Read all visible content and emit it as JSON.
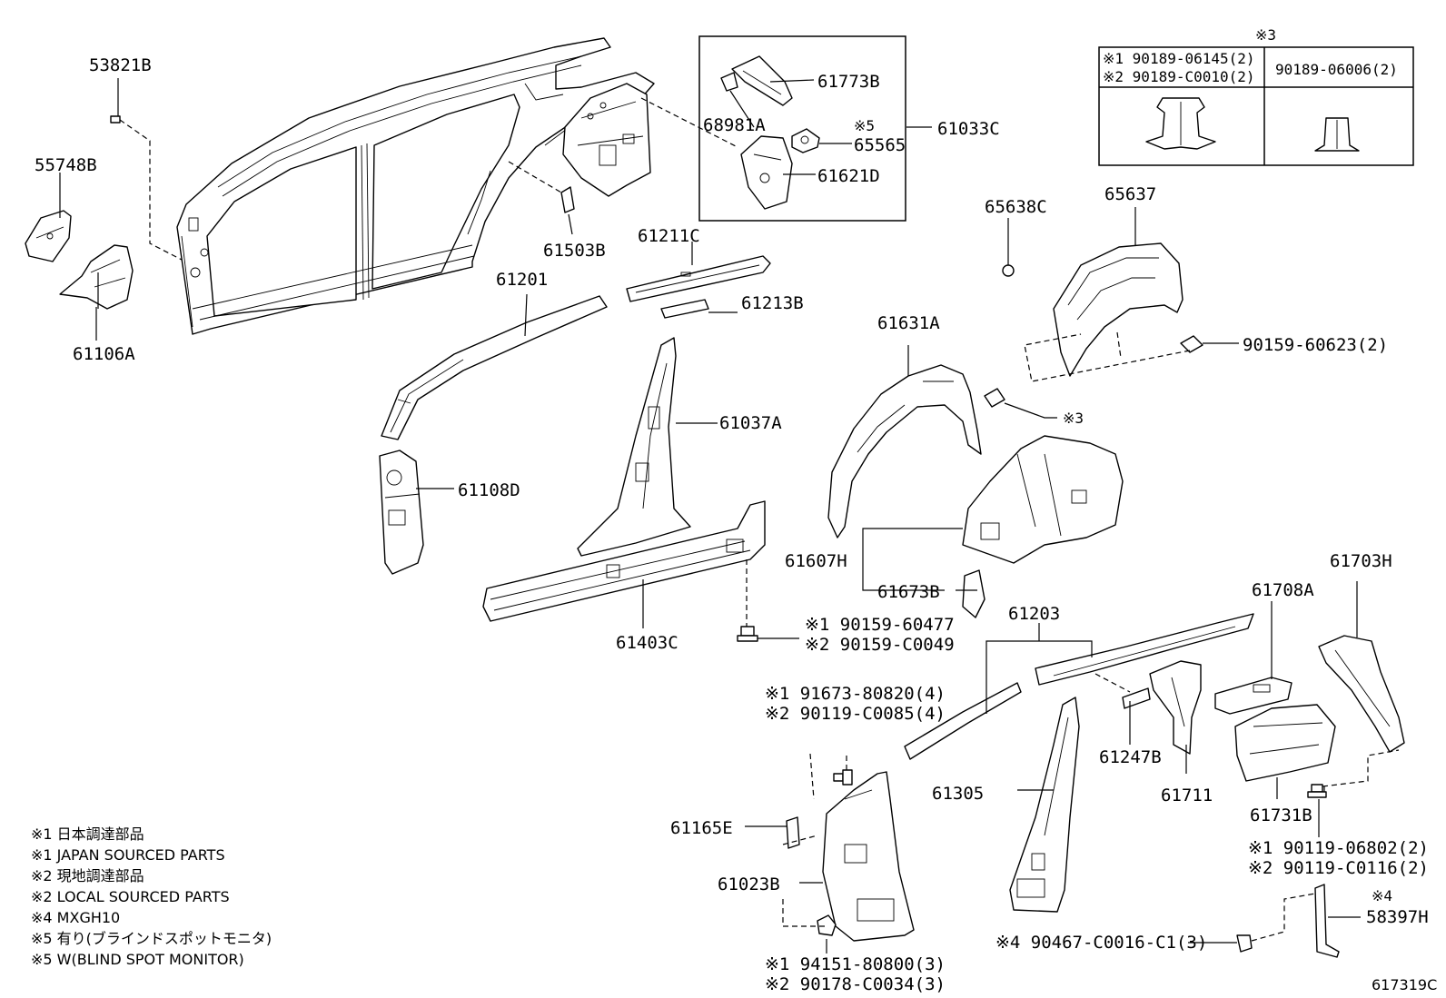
{
  "labels": {
    "l53821b": "53821B",
    "l55748b": "55748B",
    "l61106a": "61106A",
    "l61503b": "61503B",
    "l61201": "61201",
    "l61211c": "61211C",
    "l61213b": "61213B",
    "l61037a": "61037A",
    "l61108d": "61108D",
    "l61403c": "61403C",
    "l61773b": "61773B",
    "l68981a": "68981A",
    "l65565": "65565",
    "l61621d": "61621D",
    "l61033c": "61033C",
    "l65638c": "65638C",
    "l65637": "65637",
    "l61631a": "61631A",
    "l61607h": "61607H",
    "l61673b": "61673B",
    "l61203": "61203",
    "l61247b": "61247B",
    "l61711": "61711",
    "l61708a": "61708A",
    "l61703h": "61703H",
    "l61731b": "61731B",
    "l61305": "61305",
    "l61165e": "61165E",
    "l61023b": "61023B",
    "l58397h": "58397H",
    "l9015960623": "90159-60623(2)",
    "ref3": "※3",
    "ref5": "※5",
    "ref4": "※4",
    "l9015960477": "※1 90159-60477",
    "l90159c0049": "※2 90159-C0049",
    "l9167380820": "※1 91673-80820(4)",
    "l90119c0085": "※2 90119-C0085(4)",
    "l9011906802": "※1 90119-06802(2)",
    "l90119c0116": "※2 90119-C0116(2)",
    "l9415180800": "※1 94151-80800(3)",
    "l90178c0034": "※2 90178-C0034(3)",
    "l90467": "※4 90467-C0016-C1(3)"
  },
  "table": {
    "header": "※3",
    "cell1_line1": "※1 90189-06145(2)",
    "cell1_line2": "※2 90189-C0010(2)",
    "cell2": "90189-06006(2)"
  },
  "notes": [
    "※1 日本調達部品",
    "※1 JAPAN SOURCED PARTS",
    "※2 現地調達部品",
    "※2 LOCAL SOURCED PARTS",
    "※4 MXGH10",
    "※5 有り(ブラインドスポットモニタ)",
    "※5 W(BLIND SPOT MONITOR)"
  ],
  "diagram_id": "617319C"
}
